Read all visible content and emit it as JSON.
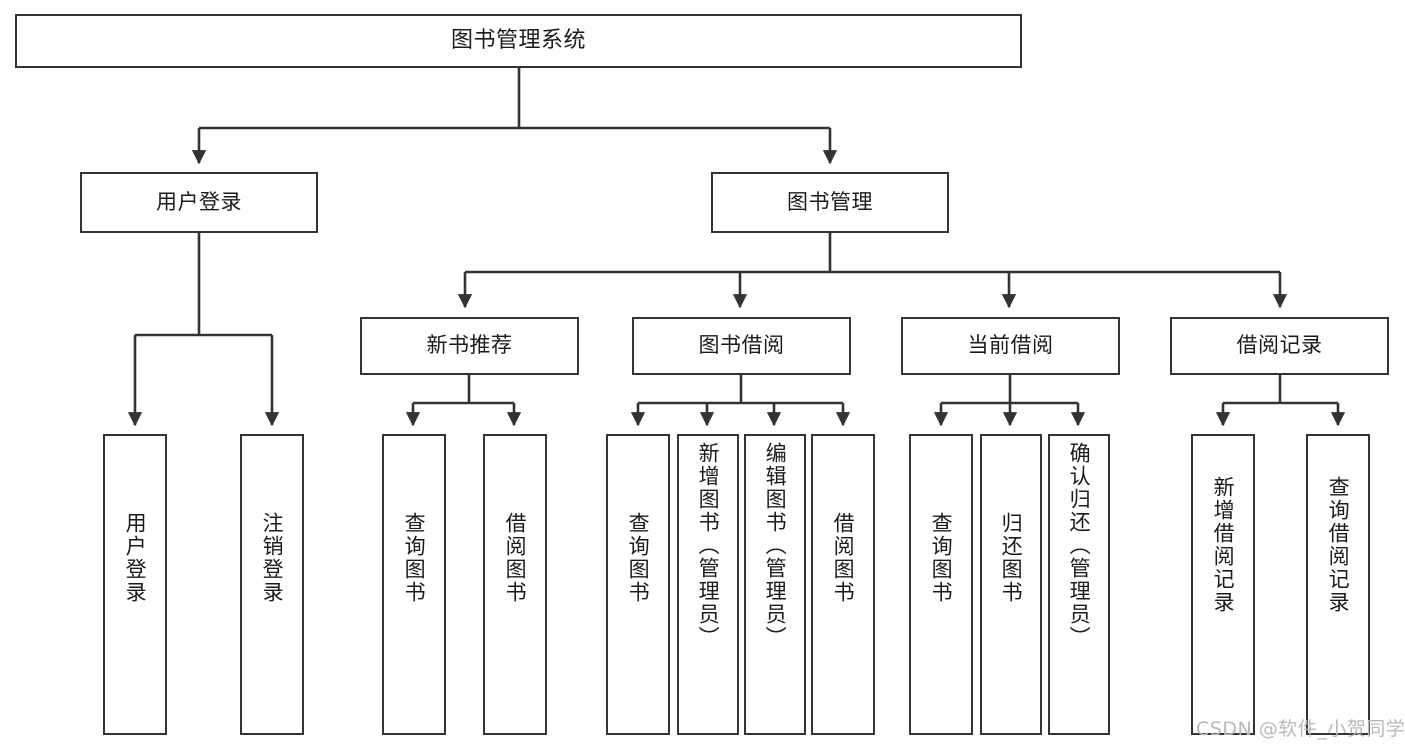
{
  "diagram": {
    "type": "tree",
    "title": "图书管理系统",
    "colors": {
      "background": "#ffffff",
      "box_border": "#333333",
      "box_fill": "#ffffff",
      "edge": "#333333",
      "text": "#1b1b1b",
      "watermark": "#b9b9b9"
    },
    "nodes": {
      "root": "图书管理系统",
      "level2": {
        "user_login": "用户登录",
        "book_manage": "图书管理"
      },
      "level3": {
        "new_book_recommend": "新书推荐",
        "book_borrow": "图书借阅",
        "current_borrow": "当前借阅",
        "borrow_record": "借阅记录"
      },
      "leaves": {
        "user_login_1": "用户登录",
        "user_login_2": "注销登录",
        "recommend_1": "查询图书",
        "recommend_2": "借阅图书",
        "borrow_1": "查询图书",
        "borrow_2": "新增图书（管理员）",
        "borrow_3": "编辑图书（管理员）",
        "borrow_4": "借阅图书",
        "current_1": "查询图书",
        "current_2": "归还图书",
        "current_3": "确认归还（管理员）",
        "record_1": "新增借阅记录",
        "record_2": "查询借阅记录"
      }
    },
    "watermark": "CSDN @软件_小贺同学"
  }
}
